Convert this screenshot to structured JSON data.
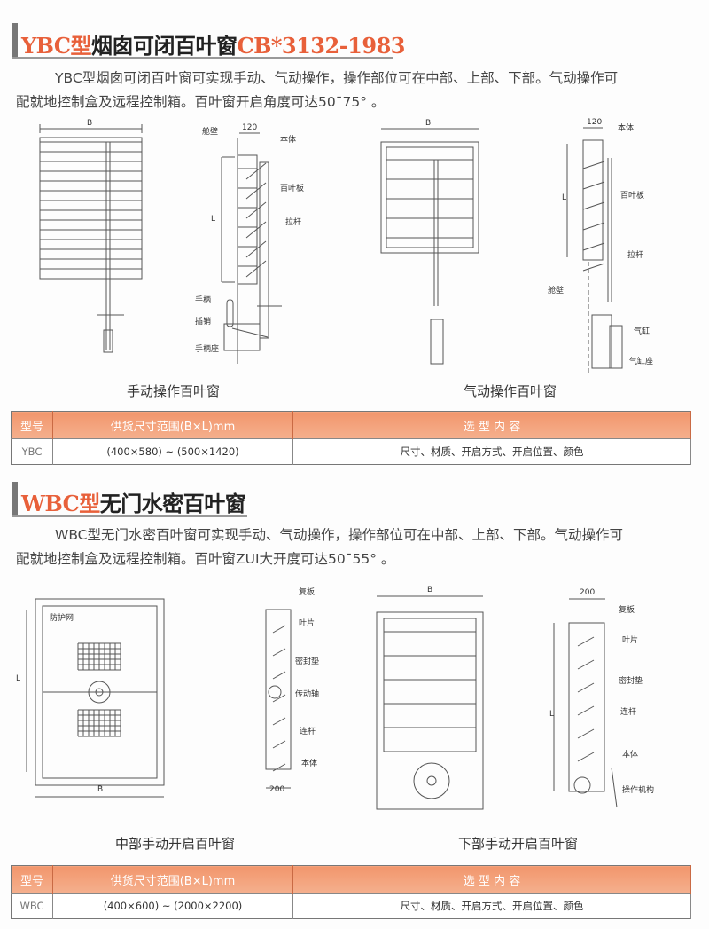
{
  "section1": {
    "title_accent": "YBC型",
    "title_main": "烟囱可闭百叶窗",
    "title_code": "CB*3132-1983",
    "description_line1": "YBC型烟囱可闭百叶窗可实现手动、气动操作，操作部位可在中部、上部、下部。气动操作可",
    "description_line2": "配就地控制盒及远程控制箱。百叶窗开启角度可达50¯75°  。",
    "manual_drawing": {
      "dim_b": "B",
      "dim_l": "L",
      "dim_120": "120",
      "labels": [
        "舱壁",
        "本体",
        "百叶板",
        "拉杆",
        "手柄",
        "插销",
        "手柄座"
      ],
      "caption": "手动操作百叶窗"
    },
    "pneumatic_drawing": {
      "dim_b": "B",
      "dim_l": "L",
      "dim_120": "120",
      "labels": [
        "本体",
        "百叶板",
        "拉杆",
        "舱壁",
        "气缸",
        "气缸座"
      ],
      "caption": "气动操作百叶窗"
    },
    "table": {
      "headers": [
        "型号",
        "供货尺寸范围(B×L)mm",
        "选  型  内  容"
      ],
      "row": [
        "YBC",
        "(400×580) ~ (500×1420)",
        "尺寸、材质、开启方式、开启位置、颜色"
      ]
    }
  },
  "section2": {
    "title_accent": "WBC型",
    "title_main": "无门水密百叶窗",
    "description_line1": "WBC型无门水密百叶窗可实现手动、气动操作，操作部位可在中部、上部、下部。气动操作可",
    "description_line2": "配就地控制盒及远程控制箱。百叶窗ZUI大开度可达50¯55°  。",
    "middle_drawing": {
      "dim_b": "B",
      "dim_l": "L",
      "dim_200": "200",
      "mesh_label": "防护网",
      "labels": [
        "复板",
        "叶片",
        "密封垫",
        "传动轴",
        "连杆",
        "本体"
      ],
      "caption": "中部手动开启百叶窗"
    },
    "bottom_drawing": {
      "dim_b": "B",
      "dim_l": "L",
      "dim_200": "200",
      "labels": [
        "复板",
        "叶片",
        "密封垫",
        "连杆",
        "本体",
        "操作机构"
      ],
      "caption": "下部手动开启百叶窗"
    },
    "table": {
      "headers": [
        "型号",
        "供货尺寸范围(B×L)mm",
        "选  型  内  容"
      ],
      "row": [
        "WBC",
        "(400×600) ~ (2000×2200)",
        "尺寸、材质、开启方式、开启位置、颜色"
      ]
    }
  }
}
